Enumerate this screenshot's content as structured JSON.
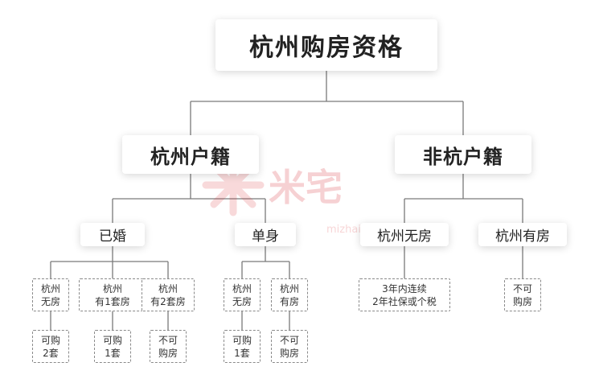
{
  "root": {
    "label": "杭州购房资格"
  },
  "level1": {
    "hangzhou_hukou": "杭州户籍",
    "non_hangzhou_hukou": "非杭户籍"
  },
  "level2": {
    "married": "已婚",
    "single": "单身",
    "no_house": "杭州无房",
    "has_house": "杭州有房"
  },
  "married": {
    "no_house": {
      "label_1": "杭州",
      "label_2": "无房",
      "result_1": "可购",
      "result_2": "2套"
    },
    "one_house": {
      "label_1": "杭州",
      "label_2": "有1套房",
      "result_1": "可购",
      "result_2": "1套"
    },
    "two_houses": {
      "label_1": "杭州",
      "label_2": "有2套房",
      "result_1": "不可",
      "result_2": "购房"
    }
  },
  "single": {
    "no_house": {
      "label_1": "杭州",
      "label_2": "无房",
      "result_1": "可购",
      "result_2": "1套"
    },
    "has_house": {
      "label_1": "杭州",
      "label_2": "有房",
      "result_1": "不可",
      "result_2": "购房"
    }
  },
  "non_hukou": {
    "no_house_condition": {
      "line_1": "3年内连续",
      "line_2": "2年社保或个税"
    },
    "has_house_result": {
      "line_1": "不可",
      "line_2": "购房"
    }
  },
  "watermark": {
    "brand": "米宅",
    "url": "mizhai"
  },
  "colors": {
    "line": "#7a7a7a",
    "watermark": "#d9323a"
  }
}
